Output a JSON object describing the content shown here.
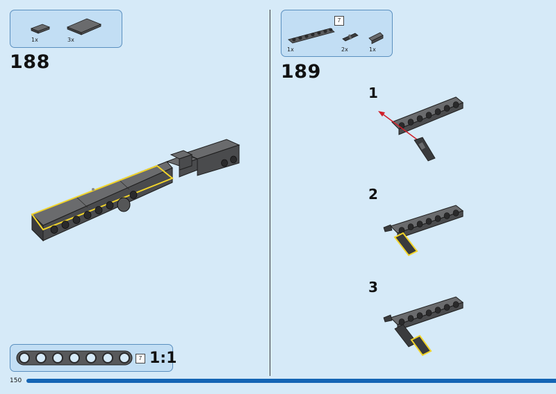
{
  "step188": {
    "number": "188",
    "parts": [
      {
        "qty": "1x",
        "icon": "small-dark-tile"
      },
      {
        "qty": "3x",
        "icon": "large-dark-tile"
      }
    ]
  },
  "step189": {
    "number": "189",
    "parts": [
      {
        "qty": "1x",
        "icon": "technic-beam-7"
      },
      {
        "qty": "2x",
        "icon": "technic-pin"
      },
      {
        "qty": "1x",
        "icon": "technic-axle-connector"
      }
    ],
    "beam_size_tag": "7",
    "substeps": [
      "1",
      "2",
      "3"
    ]
  },
  "ruler": {
    "size_tag": "7",
    "scale_label": "1:1"
  },
  "footer": {
    "page_number": "150"
  },
  "colors": {
    "background": "#d6eaf8",
    "callout": "#c2def4",
    "brick": "#58595b",
    "highlight": "#f2d52a",
    "arrow": "#d01f2a",
    "footer_bar": "#1565b5"
  }
}
